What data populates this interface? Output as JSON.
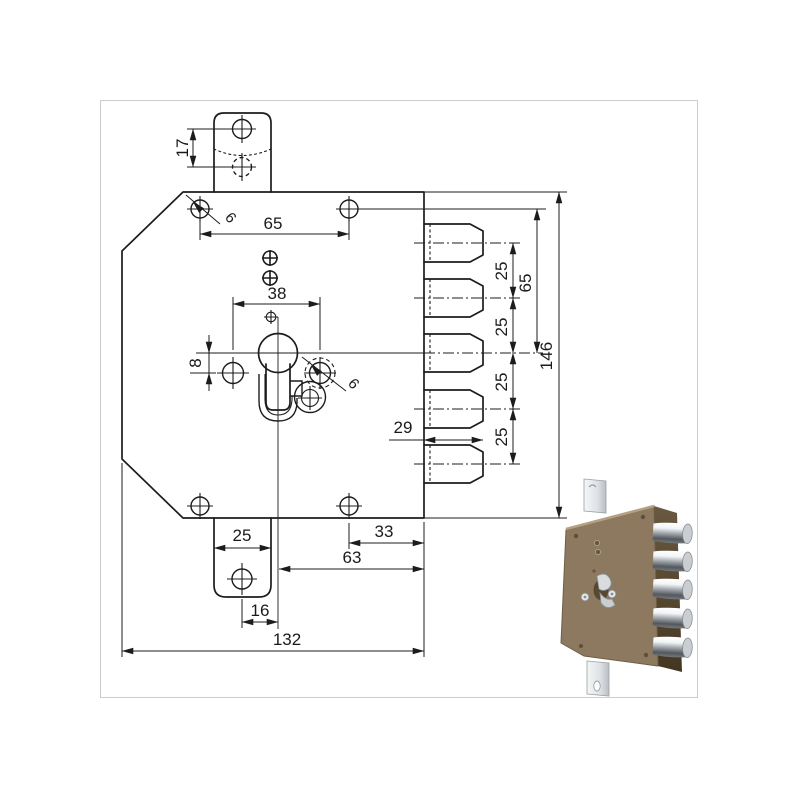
{
  "frame": {
    "background": "#ffffff",
    "border_color": "#cccccc"
  },
  "drawing": {
    "line_color": "#1c1c1c",
    "dims": {
      "d17": "17",
      "d6_top": "6",
      "d65_top": "65",
      "d38": "38",
      "d8": "8",
      "d6_side": "6",
      "d29": "29",
      "d25_tab": "25",
      "d33": "33",
      "d63": "63",
      "d16": "16",
      "d132": "132",
      "d25_bolt_1": "25",
      "d25_bolt_2": "25",
      "d25_bolt_3": "25",
      "d25_bolt_4": "25",
      "d65_right": "65",
      "d146": "146"
    },
    "bolt_count": 5
  },
  "photo": {
    "bolt_count": 5,
    "body_front_color": "#8d7960",
    "body_side_color": "#564732",
    "body_edge_color": "#b4a182",
    "faceplate_color": "#eceef0",
    "bolt_chrome_color": "#d9dde0"
  }
}
